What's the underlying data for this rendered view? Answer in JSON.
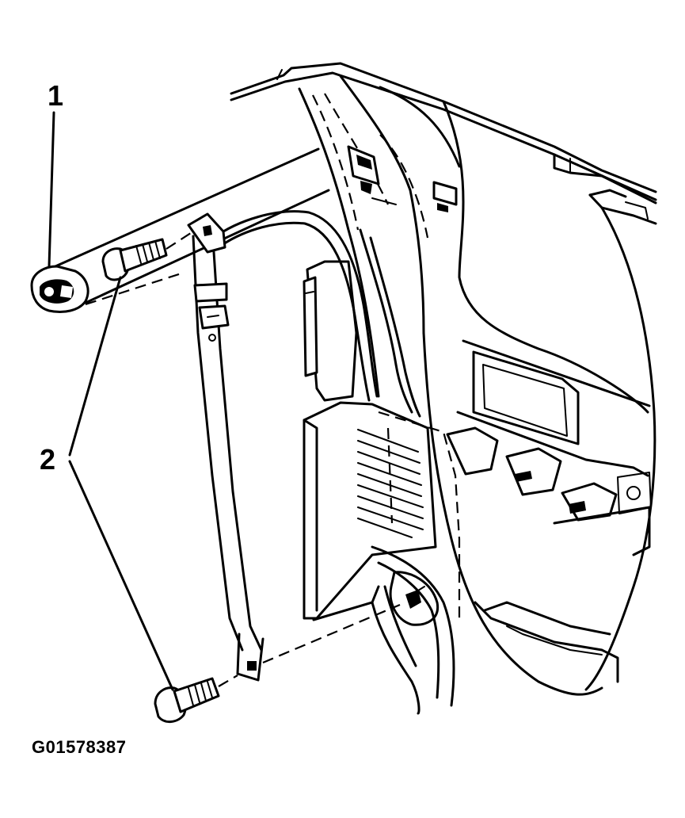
{
  "callouts": [
    {
      "number": "1"
    },
    {
      "number": "2"
    }
  ],
  "figure_id": "G01578387",
  "colors": {
    "line": "#000000",
    "background": "#ffffff"
  }
}
